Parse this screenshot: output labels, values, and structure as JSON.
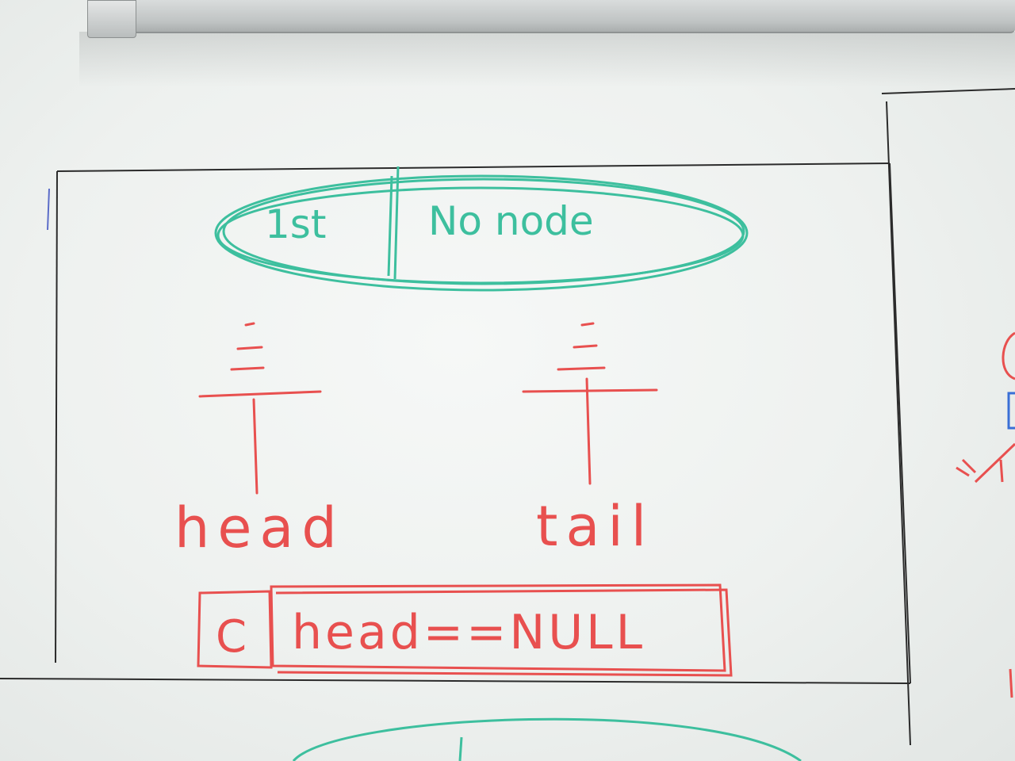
{
  "board": {
    "title_left": "1st",
    "title_right": "No node",
    "head_label": "head",
    "tail_label": "tail",
    "condition_tag": "C",
    "condition": "head==NULL"
  },
  "colors": {
    "teal_marker": "#3dbf9e",
    "red_marker": "#e8504f",
    "black_marker": "#2b2b2b",
    "blue_marker": "#3a6fd6"
  }
}
